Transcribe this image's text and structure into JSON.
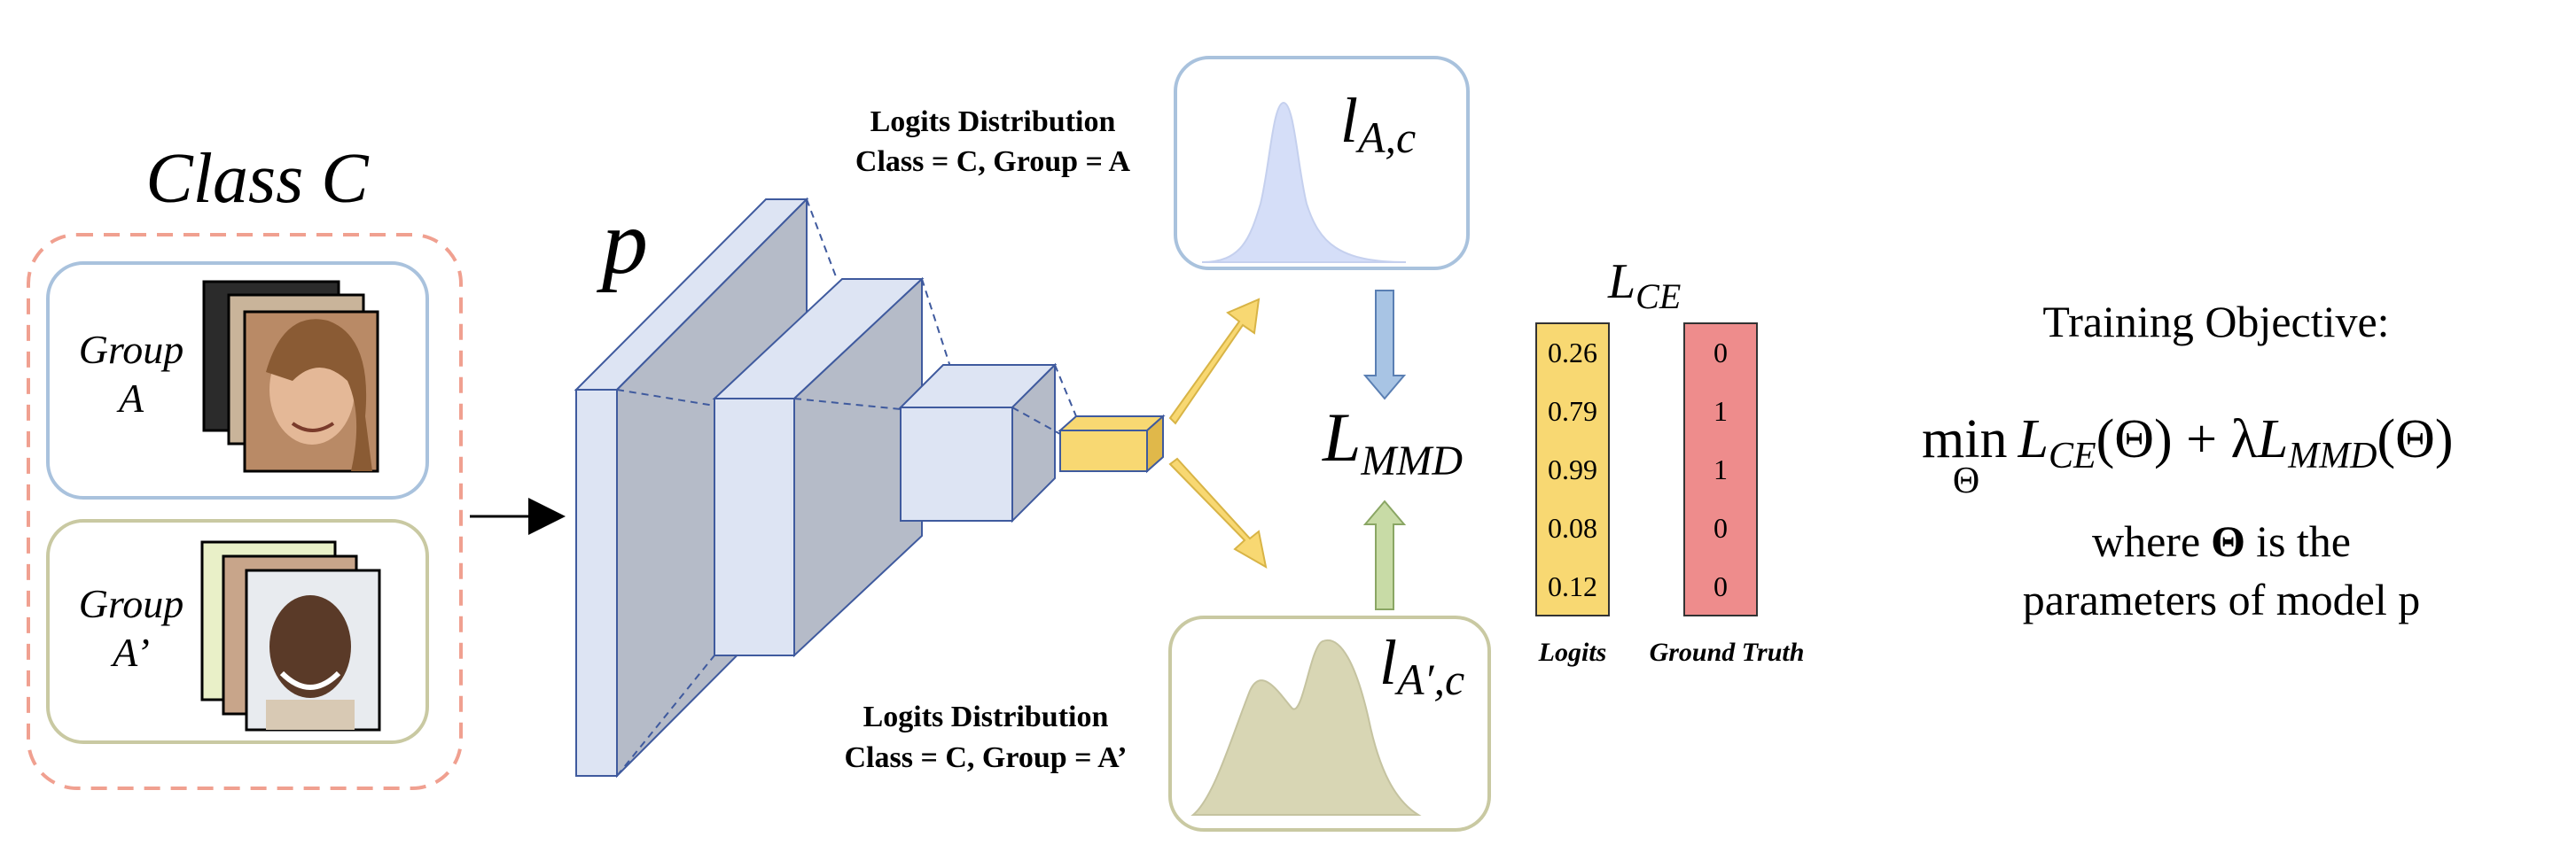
{
  "class_block": {
    "title": "Class C",
    "group_a": {
      "label_line1": "Group",
      "label_line2": "A"
    },
    "group_a_prime": {
      "label_line1": "Group",
      "label_line2": "A’"
    }
  },
  "model": {
    "label": "p"
  },
  "dist_top": {
    "caption_line1": "Logits Distribution",
    "caption_line2": "Class = C, Group = A",
    "symbol_main": "l",
    "symbol_sub": "A,c"
  },
  "dist_bottom": {
    "caption_line1": "Logits Distribution",
    "caption_line2": "Class = C, Group = A’",
    "symbol_main": "l",
    "symbol_sub": "A′,c"
  },
  "mmd": {
    "main": "L",
    "sub": "MMD"
  },
  "ce": {
    "main": "L",
    "sub": "CE",
    "logits_values": [
      "0.26",
      "0.79",
      "0.99",
      "0.08",
      "0.12"
    ],
    "ground_truth_values": [
      "0",
      "1",
      "1",
      "0",
      "0"
    ],
    "logits_label": "Logits",
    "ground_truth_label": "Ground Truth"
  },
  "objective": {
    "title": "Training Objective:",
    "min_word": "min",
    "theta": "Θ",
    "formula_ce_main": "L",
    "formula_ce_sub": "CE",
    "formula_mid": "(Θ) + λ",
    "formula_mmd_main": "L",
    "formula_mmd_sub": "MMD",
    "formula_end": "(Θ)",
    "where_line1_a": "where",
    "where_line1_theta": "Θ",
    "where_line1_b": "is the",
    "where_line2": "parameters of model p"
  },
  "colors": {
    "class_border": "#f0a090",
    "group_a_border": "#a9c2dd",
    "group_a_prime_border": "#c9c9a2",
    "network_face": "#dde4f3",
    "network_side": "#b5bbc8",
    "network_edge": "#3f5a9e",
    "yellow": "#f8d872",
    "blue_arrow": "#a8c4e4",
    "green_arrow": "#c8dba6",
    "logits_fill": "#f8d872",
    "gt_fill": "#ee8c8c",
    "dist_a_fill": "#d5def8",
    "dist_a_prime_fill": "#d8d6b4"
  }
}
